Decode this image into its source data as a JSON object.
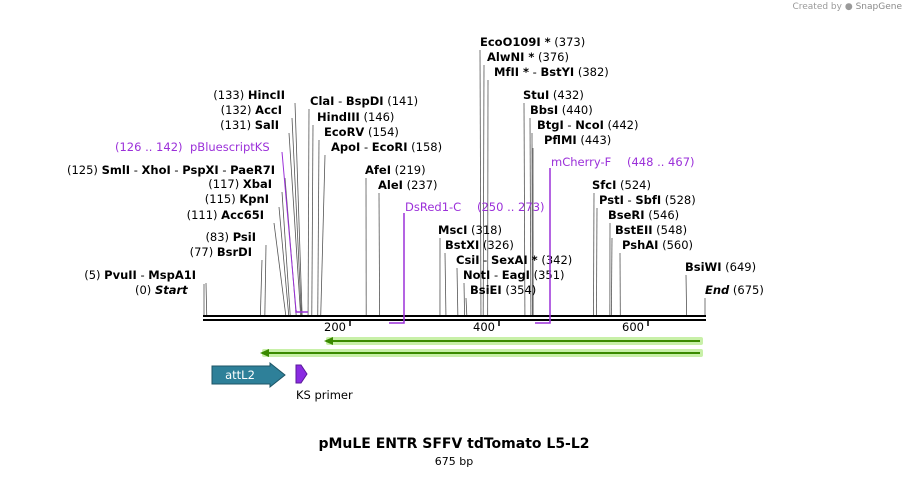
{
  "header": {
    "created_by": "Created by",
    "brand": "SnapGene"
  },
  "map": {
    "title": "pMuLE ENTR SFFV tdTomato L5-L2",
    "size_label": "675 bp",
    "length": 675,
    "ticks": [
      200,
      400,
      600
    ],
    "start_label": "Start",
    "start_pos": "(0)",
    "end_label": "End",
    "end_pos": "(675)"
  },
  "sites": [
    {
      "names": [
        "PvuII",
        "MspA1I"
      ],
      "pos": "(5)",
      "side": "left"
    },
    {
      "names": [
        "BsrDI"
      ],
      "pos": "(77)",
      "side": "left"
    },
    {
      "names": [
        "PsiI"
      ],
      "pos": "(83)",
      "side": "left"
    },
    {
      "names": [
        "Acc65I"
      ],
      "pos": "(111)",
      "side": "left"
    },
    {
      "names": [
        "KpnI"
      ],
      "pos": "(115)",
      "side": "left"
    },
    {
      "names": [
        "XbaI"
      ],
      "pos": "(117)",
      "side": "left"
    },
    {
      "names": [
        "SmlI",
        "XhoI",
        "PspXI",
        "PaeR7I"
      ],
      "pos": "(125)",
      "side": "left"
    },
    {
      "names": [
        "SalI"
      ],
      "pos": "(131)",
      "side": "left"
    },
    {
      "names": [
        "AccI"
      ],
      "pos": "(132)",
      "side": "left"
    },
    {
      "names": [
        "HincII"
      ],
      "pos": "(133)",
      "side": "left"
    },
    {
      "names": [
        "ClaI",
        "BspDI"
      ],
      "pos": "(141)",
      "side": "right"
    },
    {
      "names": [
        "HindIII"
      ],
      "pos": "(146)",
      "side": "right"
    },
    {
      "names": [
        "EcoRV"
      ],
      "pos": "(154)",
      "side": "right"
    },
    {
      "names": [
        "ApoI",
        "EcoRI"
      ],
      "pos": "(158)",
      "side": "right"
    },
    {
      "names": [
        "AfeI"
      ],
      "pos": "(219)",
      "side": "right"
    },
    {
      "names": [
        "AleI"
      ],
      "pos": "(237)",
      "side": "right"
    },
    {
      "names": [
        "MscI"
      ],
      "pos": "(318)",
      "side": "right"
    },
    {
      "names": [
        "BstXI"
      ],
      "pos": "(326)",
      "side": "right"
    },
    {
      "names": [
        "CsiI",
        "SexAI *"
      ],
      "pos": "(342)",
      "side": "right"
    },
    {
      "names": [
        "NotI",
        "EagI"
      ],
      "pos": "(351)",
      "side": "right"
    },
    {
      "names": [
        "BsiEI"
      ],
      "pos": "(354)",
      "side": "right"
    },
    {
      "names": [
        "EcoO109I *"
      ],
      "pos": "(373)",
      "side": "right"
    },
    {
      "names": [
        "AlwNI *"
      ],
      "pos": "(376)",
      "side": "right"
    },
    {
      "names": [
        "MfII *",
        "BstYI"
      ],
      "pos": "(382)",
      "side": "right"
    },
    {
      "names": [
        "StuI"
      ],
      "pos": "(432)",
      "side": "right"
    },
    {
      "names": [
        "BbsI"
      ],
      "pos": "(440)",
      "side": "right"
    },
    {
      "names": [
        "BtgI",
        "NcoI"
      ],
      "pos": "(442)",
      "side": "right"
    },
    {
      "names": [
        "PflMI"
      ],
      "pos": "(443)",
      "side": "right"
    },
    {
      "names": [
        "SfcI"
      ],
      "pos": "(524)",
      "side": "right"
    },
    {
      "names": [
        "PstI",
        "SbfI"
      ],
      "pos": "(528)",
      "side": "right"
    },
    {
      "names": [
        "BseRI"
      ],
      "pos": "(546)",
      "side": "right"
    },
    {
      "names": [
        "BstEII"
      ],
      "pos": "(548)",
      "side": "right"
    },
    {
      "names": [
        "PshAI"
      ],
      "pos": "(560)",
      "side": "right"
    },
    {
      "names": [
        "BsiWI"
      ],
      "pos": "(649)",
      "side": "right"
    }
  ],
  "primers": [
    {
      "name": "pBluescriptKS",
      "range": "(126 .. 142)"
    },
    {
      "name": "DsRed1-C",
      "range": "(250 .. 273)"
    },
    {
      "name": "mCherry-F",
      "range": "(448 .. 467)"
    }
  ],
  "features": [
    {
      "name": "attL2",
      "color": "#2e8099"
    },
    {
      "name": "KS primer",
      "color": "#8a2be2"
    }
  ],
  "colors": {
    "primer": "#9b30d9",
    "orf_arrow": "#3a8a00",
    "orf_glow": "#c8f0a8",
    "backbone": "#000000"
  }
}
